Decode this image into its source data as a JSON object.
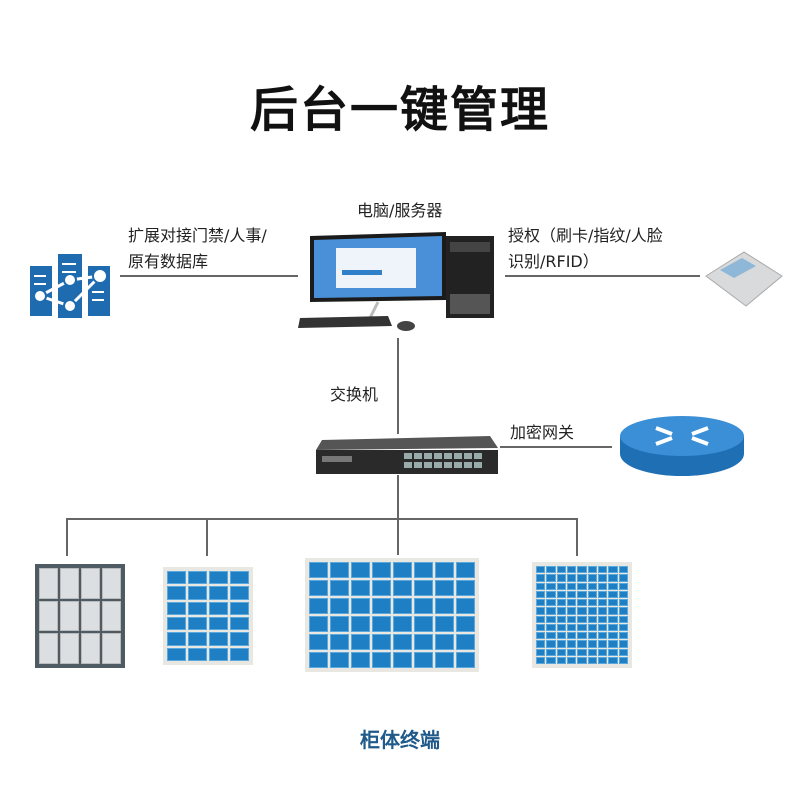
{
  "title": "后台一键管理",
  "server_label": "电脑/服务器",
  "left_label": [
    "扩展对接门禁/人事/",
    "原有数据库"
  ],
  "right_label": [
    "授权（刷卡/指纹/人脸",
    "识别/RFID）"
  ],
  "switch_label": "交换机",
  "gateway_label": "加密网关",
  "terminal_label": "柜体终端",
  "colors": {
    "accent": "#1f7fc4",
    "terminal_text": "#1f5a8a",
    "line": "#666666"
  }
}
